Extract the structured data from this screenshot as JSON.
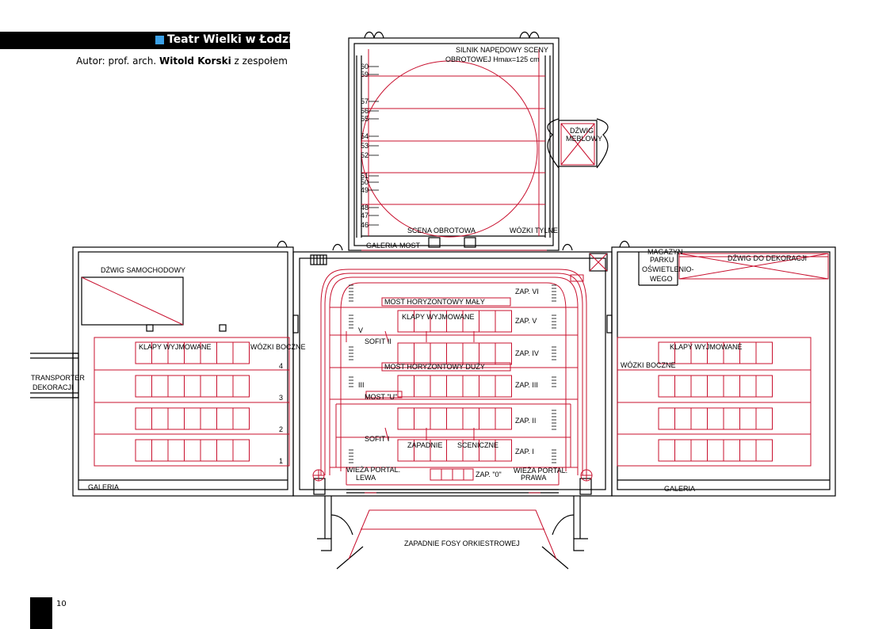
{
  "header": {
    "title": "Teatr Wielki w Łodzi",
    "author_prefix": "Autor: prof. arch. ",
    "author_name": "Witold Korski",
    "author_suffix": " z zespołem"
  },
  "page_number": "10",
  "labels": {
    "silnik_1": "SILNIK NAPĘDOWY SCENY",
    "silnik_2": "OBROTOWEJ Hmax=125 cm",
    "dzwig_meblowy_1": "DŹWIG",
    "dzwig_meblowy_2": "MEBLOWY",
    "scena_obrotowa": "SCENA OBROTOWA",
    "wozki_tylne": "WÓZKI TYLNE",
    "galeria_most": "GALERIA-MOST",
    "dzwig_samochodowy": "DŹWIG SAMOCHODOWY",
    "magazyn_1": "MAGAZYN",
    "magazyn_2": "PARKU",
    "magazyn_3": "OŚWIETLENIO-",
    "magazyn_4": "WEGO",
    "dzwig_dekoracji": "DŹWIG DO DEKORACJI",
    "zap_vi": "ZAP. VI",
    "most_maly": "MOST HORYZONTOWY MAŁY",
    "klapy_center": "KLAPY WYJMOWANE",
    "zap_v": "ZAP. V",
    "v": "V",
    "sofit_ii": "SOFIT II",
    "zap_iv": "ZAP. IV",
    "most_duzy": "MOST HORYZONTOWY DUŻY",
    "iii": "III",
    "zap_iii": "ZAP. III",
    "most_u": "MOST \"U\"",
    "zap_ii": "ZAP. II",
    "sofit_i": "SOFIT I",
    "zapadnie_sceniczne_1": "ZAPADNIE",
    "zapadnie_sceniczne_2": "SCENICZNE",
    "zap_i": "ZAP. I",
    "wieza_lewa_1": "WIEŻA PORTAL.",
    "wieza_lewa_2": "LEWA",
    "zap_0": "ZAP. \"0\"",
    "wieza_prawa_1": "WIEŻA PORTAL.",
    "wieza_prawa_2": "PRAWA",
    "klapy_left": "KLAPY WYJMOWANE",
    "wozki_boczne_left": "WÓZKI BOCZNE",
    "transporter_1": "TRANSPORTER",
    "transporter_2": "DEKORACJI",
    "klapy_right": "KLAPY WYJMOWANE",
    "wozki_boczne_right": "WÓZKI BOCZNE",
    "galeria_left": "GALERIA",
    "galeria_right": "GALERIA",
    "zapadnie_fosy": "ZAPADNIE FOSY ORKIESTROWEJ",
    "row_4": "4",
    "row_3": "3",
    "row_2": "2",
    "row_1": "1"
  },
  "stage_marks": [
    "60",
    "59",
    "57",
    "56",
    "55",
    "54",
    "53",
    "52",
    "51",
    "50",
    "49",
    "48",
    "47",
    "46"
  ],
  "colors": {
    "line": "#000000",
    "red": "#c8102e",
    "accent": "#3aa0e6"
  }
}
